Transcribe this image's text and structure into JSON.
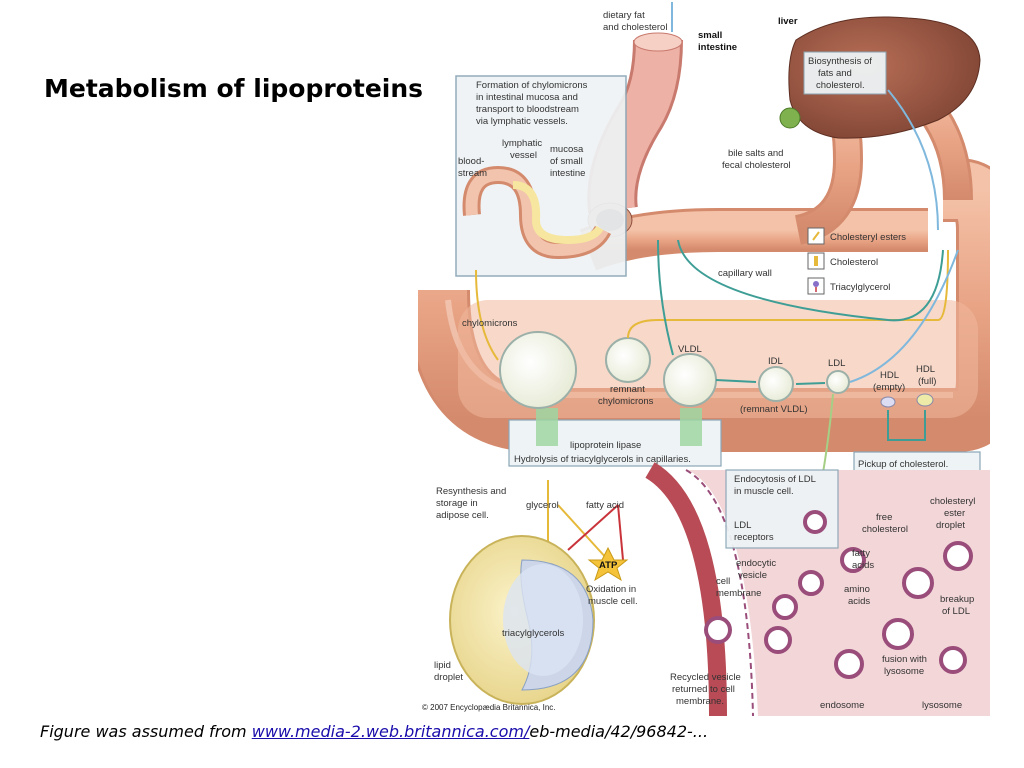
{
  "slide": {
    "title": "Metabolism of lipoproteins"
  },
  "figure": {
    "labels": {
      "dietary": [
        "dietary fat",
        "and cholesterol"
      ],
      "small_intestine": [
        "small",
        "intestine"
      ],
      "liver": "liver",
      "biosynthesis": [
        "Biosynthesis of",
        "fats and",
        "cholesterol."
      ],
      "formation": [
        "Formation of chylomicrons",
        "in intestinal mucosa and",
        "transport to bloodstream",
        "via lymphatic vessels."
      ],
      "lymphatic": [
        "lymphatic",
        "vessel"
      ],
      "mucosa": [
        "mucosa",
        "of small",
        "intestine"
      ],
      "bloodstream": [
        "blood-",
        "stream"
      ],
      "bile": [
        "bile salts and",
        "fecal cholesterol"
      ],
      "capillary_wall": "capillary wall",
      "chylomicrons": "chylomicrons",
      "remnant_chylomicrons": [
        "remnant",
        "chylomicrons"
      ],
      "vldl": "VLDL",
      "idl": "IDL",
      "remnant_vldl": "(remnant VLDL)",
      "ldl": "LDL",
      "hdl_empty": [
        "HDL",
        "(empty)"
      ],
      "hdl_full": [
        "HDL",
        "(full)"
      ],
      "lipoprotein_lipase": "lipoprotein lipase",
      "hydrolysis": "Hydrolysis of triacylglycerols in capillaries.",
      "pickup": "Pickup of cholesterol.",
      "resynthesis": [
        "Resynthesis and",
        "storage in",
        "adipose cell."
      ],
      "glycerol": "glycerol",
      "fatty_acid": "fatty acid",
      "atp": "ATP",
      "oxidation": [
        "Oxidation in",
        "muscle cell."
      ],
      "triacylglycerols": "triacylglycerols",
      "lipid_droplet": [
        "lipid",
        "droplet"
      ],
      "endocytosis": [
        "Endocytosis of LDL",
        "in muscle cell."
      ],
      "ldl_receptors": [
        "LDL",
        "receptors"
      ],
      "endocytic_vesicle": [
        "endocytic",
        "vesicle"
      ],
      "cell_membrane": [
        "cell",
        "membrane"
      ],
      "free_cholesterol": [
        "free",
        "cholesterol"
      ],
      "fatty_acids": [
        "fatty",
        "acids"
      ],
      "amino_acids": [
        "amino",
        "acids"
      ],
      "cholesteryl_ester_droplet": [
        "cholesteryl",
        "ester",
        "droplet"
      ],
      "breakup_ldl": [
        "breakup",
        "of LDL"
      ],
      "fusion": [
        "fusion with",
        "lysosome"
      ],
      "recycled": [
        "Recycled vesicle",
        "returned to cell",
        "membrane."
      ],
      "endosome": "endosome",
      "lysosome": "lysosome",
      "copyright": "© 2007 Encyclopædia Britannica, Inc."
    },
    "legend": [
      {
        "label": "Cholesteryl esters",
        "icon": "cholesteryl-ester-icon"
      },
      {
        "label": "Cholesterol",
        "icon": "cholesterol-icon"
      },
      {
        "label": "Triacylglycerol",
        "icon": "triacylglycerol-icon"
      }
    ],
    "colors": {
      "vessel": "#e8a487",
      "vessel_dark": "#c97a5e",
      "liver": "#9b5a45",
      "intestine": "#e7a39a",
      "yellow_path": "#e6b93a",
      "teal_path": "#3e9e96",
      "blue_path": "#7fb8dc",
      "green_path": "#a6cf86",
      "red_path": "#c9343a",
      "cell_bg": "#f3d6d8",
      "adipose": "#f2e6a6"
    }
  },
  "caption": {
    "prefix": "Figure was assumed from ",
    "link": "www.media-2.web.britannica.com/",
    "suffix": "eb-media/42/96842-..."
  }
}
